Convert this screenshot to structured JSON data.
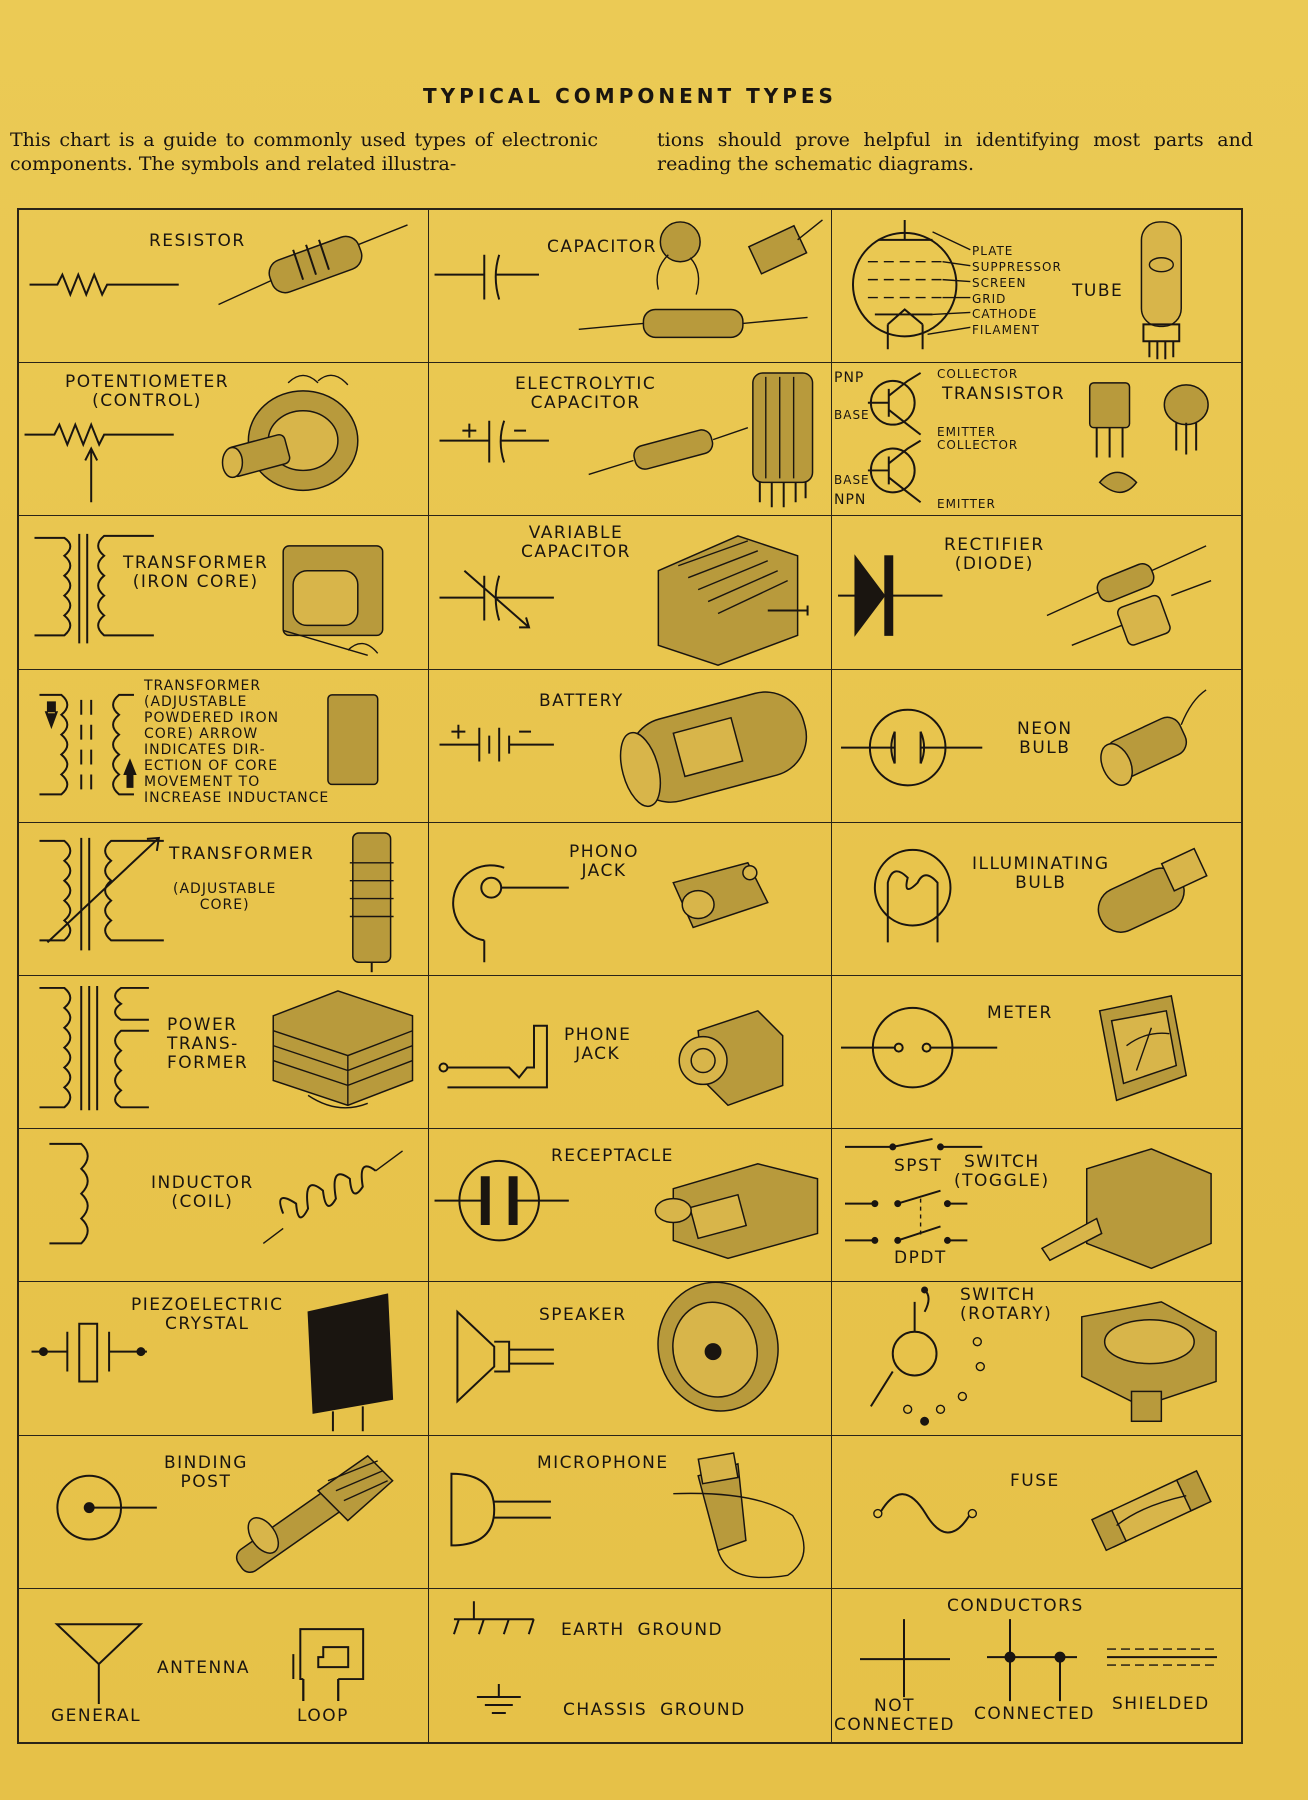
{
  "page": {
    "title": "TYPICAL COMPONENT TYPES",
    "intro_left": "This chart is a guide to commonly used types of electronic components. The symbols and related illustra-",
    "intro_right": "tions should prove helpful in identifying most parts and reading the schematic diagrams."
  },
  "cells": {
    "resistor": "RESISTOR",
    "capacitor": "CAPACITOR",
    "tube": {
      "name": "TUBE",
      "plate": "PLATE",
      "suppressor": "SUPPRESSOR",
      "screen": "SCREEN",
      "grid": "GRID",
      "cathode": "CATHODE",
      "filament": "FILAMENT"
    },
    "potentiometer": "POTENTIOMETER\n(CONTROL)",
    "electrolytic": "ELECTROLYTIC\nCAPACITOR",
    "transistor": {
      "name": "TRANSISTOR",
      "pnp": "PNP",
      "npn": "NPN",
      "base1": "BASE",
      "base2": "BASE",
      "collector1": "COLLECTOR",
      "emitter1": "EMITTER",
      "collector2": "COLLECTOR",
      "emitter2": "EMITTER"
    },
    "transformer_iron": "TRANSFORMER\n(IRON CORE)",
    "variable_capacitor": "VARIABLE\nCAPACITOR",
    "rectifier": "RECTIFIER\n(DIODE)",
    "transformer_powdered": "TRANSFORMER\n(ADJUSTABLE\nPOWDERED IRON\nCORE) ARROW\nINDICATES DIR-\nECTION OF CORE\nMOVEMENT TO\nINCREASE INDUCTANCE",
    "battery": "BATTERY",
    "neon_bulb": "NEON\nBULB",
    "transformer_adjustable": "TRANSFORMER",
    "transformer_adjustable_sub": "(ADJUSTABLE\nCORE)",
    "phono_jack": "PHONO\nJACK",
    "illuminating_bulb": "ILLUMINATING\nBULB",
    "power_transformer": "POWER\nTRANS-\nFORMER",
    "phone_jack": "PHONE\nJACK",
    "meter": "METER",
    "inductor": "INDUCTOR\n(COIL)",
    "receptacle": "RECEPTACLE",
    "switch_toggle": {
      "spst": "SPST",
      "name": "SWITCH\n(TOGGLE)",
      "dpdt": "DPDT"
    },
    "piezo": "PIEZOELECTRIC\nCRYSTAL",
    "speaker": "SPEAKER",
    "switch_rotary": "SWITCH\n(ROTARY)",
    "binding_post": "BINDING\nPOST",
    "microphone": "MICROPHONE",
    "fuse": "FUSE",
    "antenna": {
      "name": "ANTENNA",
      "general": "GENERAL",
      "loop": "LOOP"
    },
    "ground": {
      "earth": "EARTH GROUND",
      "chassis": "CHASSIS GROUND"
    },
    "conductors": {
      "name": "CONDUCTORS",
      "not_connected": "NOT\nCONNECTED",
      "connected": "CONNECTED",
      "shielded": "SHIELDED"
    }
  }
}
